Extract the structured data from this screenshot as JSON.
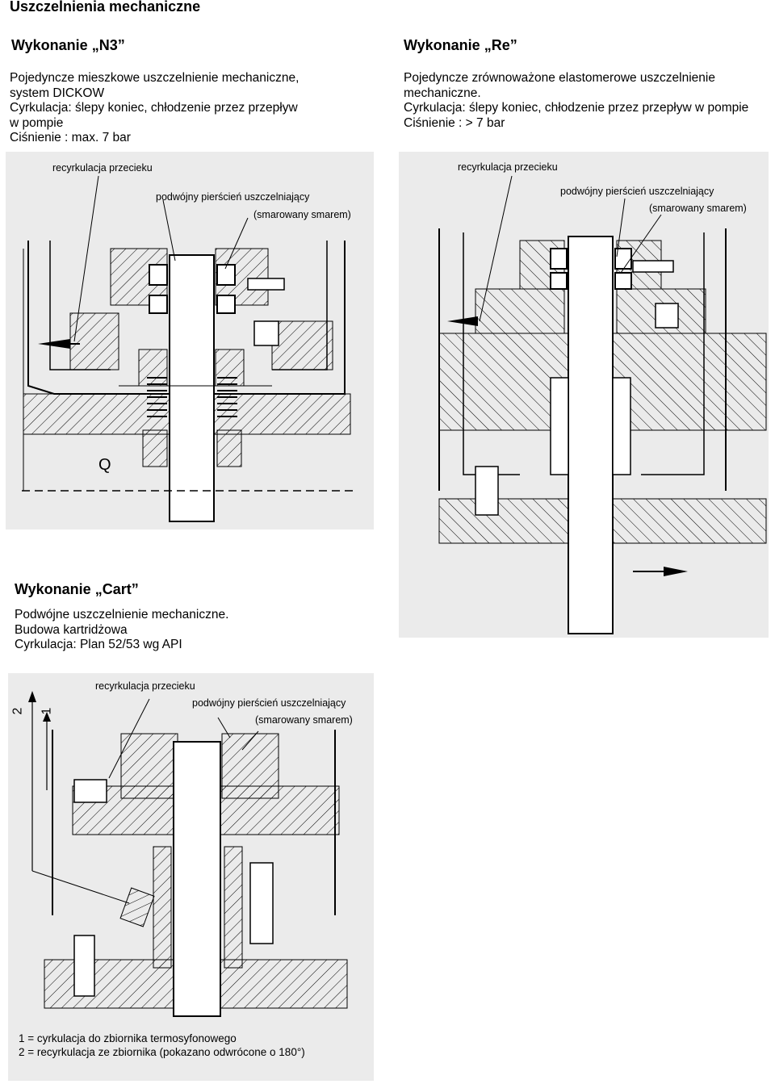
{
  "page_title": "Uszczelnienia mechaniczne",
  "n3": {
    "heading": "Wykonanie „N3”",
    "lines": [
      "Pojedyncze mieszkowe uszczelnienie mechaniczne,",
      "system DICKOW",
      "Cyrkulacja: ślepy koniec, chłodzenie przez przepływ",
      "w pompie",
      "Ciśnienie : max. 7 bar"
    ],
    "label_recirc": "recyrkulacja przecieku",
    "label_ring": "podwójny pierścień uszczelniający",
    "label_lub": "(smarowany smarem)",
    "label_q": "Q"
  },
  "re": {
    "heading": "Wykonanie „Re”",
    "lines": [
      "Pojedyncze zrównoważone elastomerowe uszczelnienie",
      "mechaniczne.",
      "Cyrkulacja: ślepy koniec, chłodzenie przez przepływ w pompie",
      "Ciśnienie : > 7 bar"
    ],
    "label_recirc": "recyrkulacja przecieku",
    "label_ring": "podwójny pierścień uszczelniający",
    "label_lub": "(smarowany smarem)"
  },
  "cart": {
    "heading": "Wykonanie „Cart”",
    "lines": [
      "Podwójne uszczelnienie mechaniczne.",
      "Budowa kartridżowa",
      "Cyrkulacja: Plan 52/53 wg API"
    ],
    "label_recirc": "recyrkulacja przecieku",
    "label_ring": "podwójny pierścień uszczelniający",
    "label_lub": "(smarowany smarem)",
    "label_2": "2",
    "label_1": "1",
    "notes": [
      "1 = cyrkulacja do zbiornika termosyfonowego",
      "2 = recyrkulacja ze zbiornika (pokazano odwrócone o 180°)"
    ]
  }
}
